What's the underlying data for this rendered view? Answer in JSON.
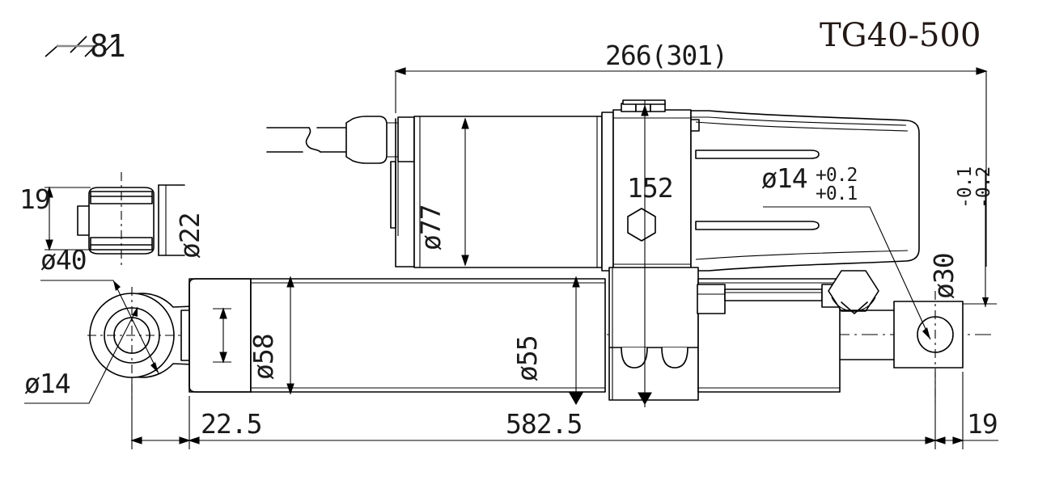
{
  "drawing": {
    "title": "TG40-500",
    "type": "engineering-dimension-drawing",
    "subject": "linear actuator TG40-500 outline dimensions",
    "units": "millimeters",
    "surface_mark": "81"
  },
  "dimensions": {
    "overall_top": "266(301)",
    "motor_diameter": "ø77",
    "bracket_height": "152",
    "pin_hole_tol": {
      "nominal": "ø14",
      "upper": "+0.2",
      "lower": "+0.1"
    },
    "clevis_thickness_tol": {
      "nominal": "ø30",
      "upper": "−0.1",
      "lower": "−0.2"
    },
    "rod_end_width": "19",
    "rod_diameter": "ø22",
    "rod_end_outer": "ø40",
    "rod_end_bore": "ø14",
    "tube_outer": "ø58",
    "tube_inner": "ø55",
    "front_length": "22.5",
    "main_length": "582.5",
    "rear_length": "19"
  },
  "labels": {
    "l_266": "266(301)",
    "l_77": "ø77",
    "l_152": "152",
    "l_14tol": "ø14",
    "l_14_up": "+0.2",
    "l_14_lo": "+0.1",
    "l_30": "ø30",
    "l_30_up": "-0.1",
    "l_30_lo": "-0.2",
    "l_19a": "19",
    "l_22": "ø22",
    "l_40": "ø40",
    "l_14": "ø14",
    "l_58": "ø58",
    "l_55": "ø55",
    "l_225": "22.5",
    "l_5825": "582.5",
    "l_19b": "19",
    "l_81": "81",
    "title": "TG40-500"
  },
  "colors": {
    "line": "#000000",
    "title_text": "#221815",
    "dim_text": "#1a1a1a",
    "surface_grey": "#8a8a8a",
    "background": "#ffffff"
  }
}
